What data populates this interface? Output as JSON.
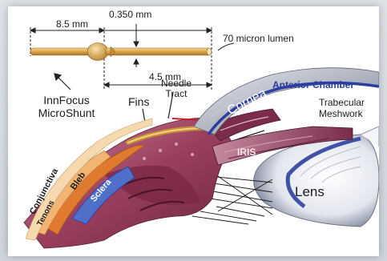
{
  "diagram": {
    "dimensions": {
      "shunt_length": "8.5 mm",
      "shunt_diameter": "0.350 mm",
      "lumen": "70 micron lumen",
      "tip_length": "4.5 mm"
    },
    "device": {
      "name_line1": "InnFocus",
      "name_line2": "MicroShunt"
    },
    "labels": {
      "fins": "Fins",
      "needle_tract_line1": "Needle",
      "needle_tract_line2": "Tract",
      "cornea": "Cornea",
      "anterior_chamber": "Anterior Chamber",
      "trabecular_line1": "Trabecular",
      "trabecular_line2": "Meshwork",
      "iris": "IRIS",
      "lens": "Lens",
      "conjunctiva": "Conjunctiva",
      "tenons": "Tenons",
      "bleb": "Bleb",
      "sclera": "Sclera"
    },
    "colors": {
      "shunt": "#d9a64a",
      "anterior_chamber_outline": "#2b3e9e",
      "cornea": "#9aa0ad",
      "iris": "#7a2c4a",
      "tissue": "#a64a66",
      "bleb": "#e07a2e",
      "sclera": "#5070c8"
    }
  }
}
